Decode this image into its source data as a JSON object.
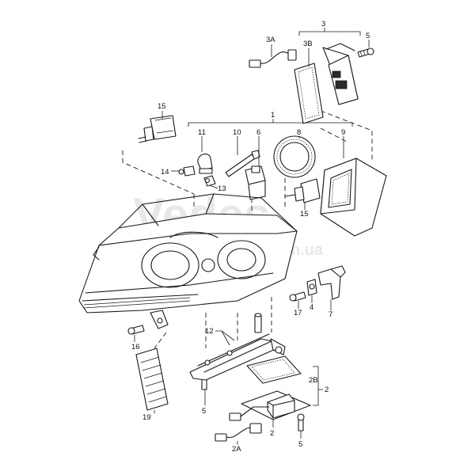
{
  "watermark": {
    "brand": "Vedes",
    "url": "com.ua"
  },
  "callouts": {
    "c1": "1",
    "c2a": "2",
    "c2b": "2",
    "c2A": "2A",
    "c2B": "2B",
    "c3": "3",
    "c3A": "3A",
    "c3B": "3B",
    "c4": "4",
    "c5a": "5",
    "c5b": "5",
    "c5c": "5",
    "c6": "6",
    "c7": "7",
    "c8": "8",
    "c9": "9",
    "c10": "10",
    "c11": "11",
    "c12": "12",
    "c13": "13",
    "c14": "14",
    "c15a": "15",
    "c15b": "15",
    "c16": "16",
    "c17": "17",
    "c19": "19"
  }
}
